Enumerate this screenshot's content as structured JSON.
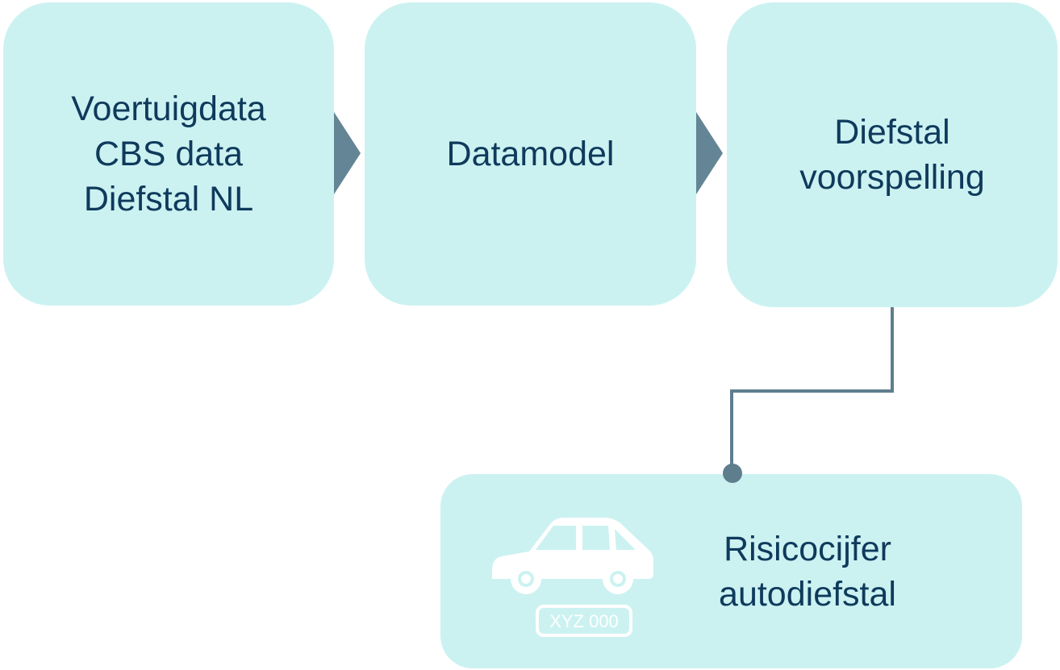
{
  "steps": [
    {
      "lines": [
        "Voertuigdata",
        "CBS data",
        "Diefstal NL"
      ]
    },
    {
      "lines": [
        "Datamodel"
      ]
    },
    {
      "lines": [
        "Diefstal",
        "voorspelling"
      ]
    }
  ],
  "result": {
    "lines": [
      "Risicocijfer",
      "autodiefstal"
    ],
    "plate_text": "XYZ 000",
    "icon": "car-icon"
  },
  "colors": {
    "box_fill": "#cbf2f1",
    "text": "#0f3a5c",
    "arrow": "#648595",
    "connector": "#5e7e8e",
    "icon_fill": "#ffffff"
  }
}
